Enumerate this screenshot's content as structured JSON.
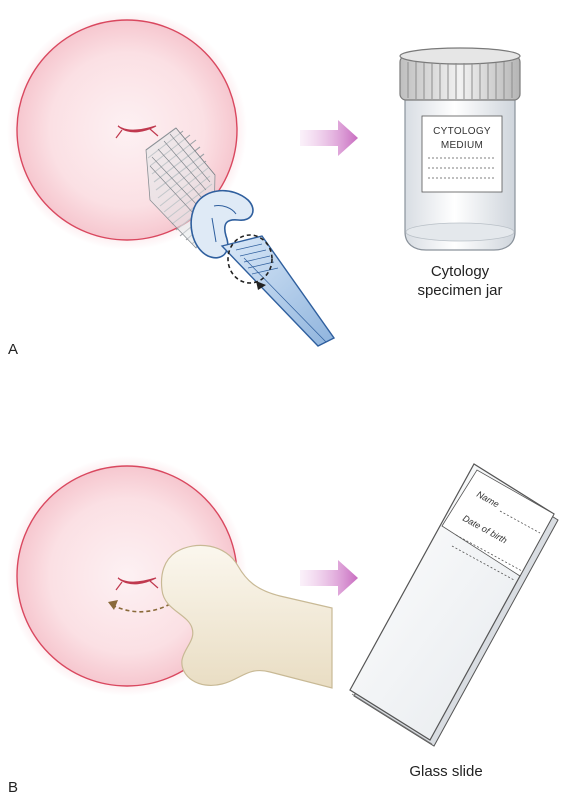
{
  "panels": [
    {
      "letter": "A",
      "caption_line1": "Cytology",
      "caption_line2": "specimen jar",
      "jar_label_line1": "CYTOLOGY",
      "jar_label_line2": "MEDIUM"
    },
    {
      "letter": "B",
      "caption": "Glass slide",
      "slide_label_name": "Name",
      "slide_label_dob": "Date of birth"
    }
  ],
  "colors": {
    "cervix_fill": "#fbe3e6",
    "cervix_rim": "#d9485f",
    "os": "#c0394f",
    "arrow": "#c86cc0",
    "brush_handle": "#2f5f9e",
    "brush_light": "#cfe3f7",
    "spatula": "#f2ead8"
  }
}
